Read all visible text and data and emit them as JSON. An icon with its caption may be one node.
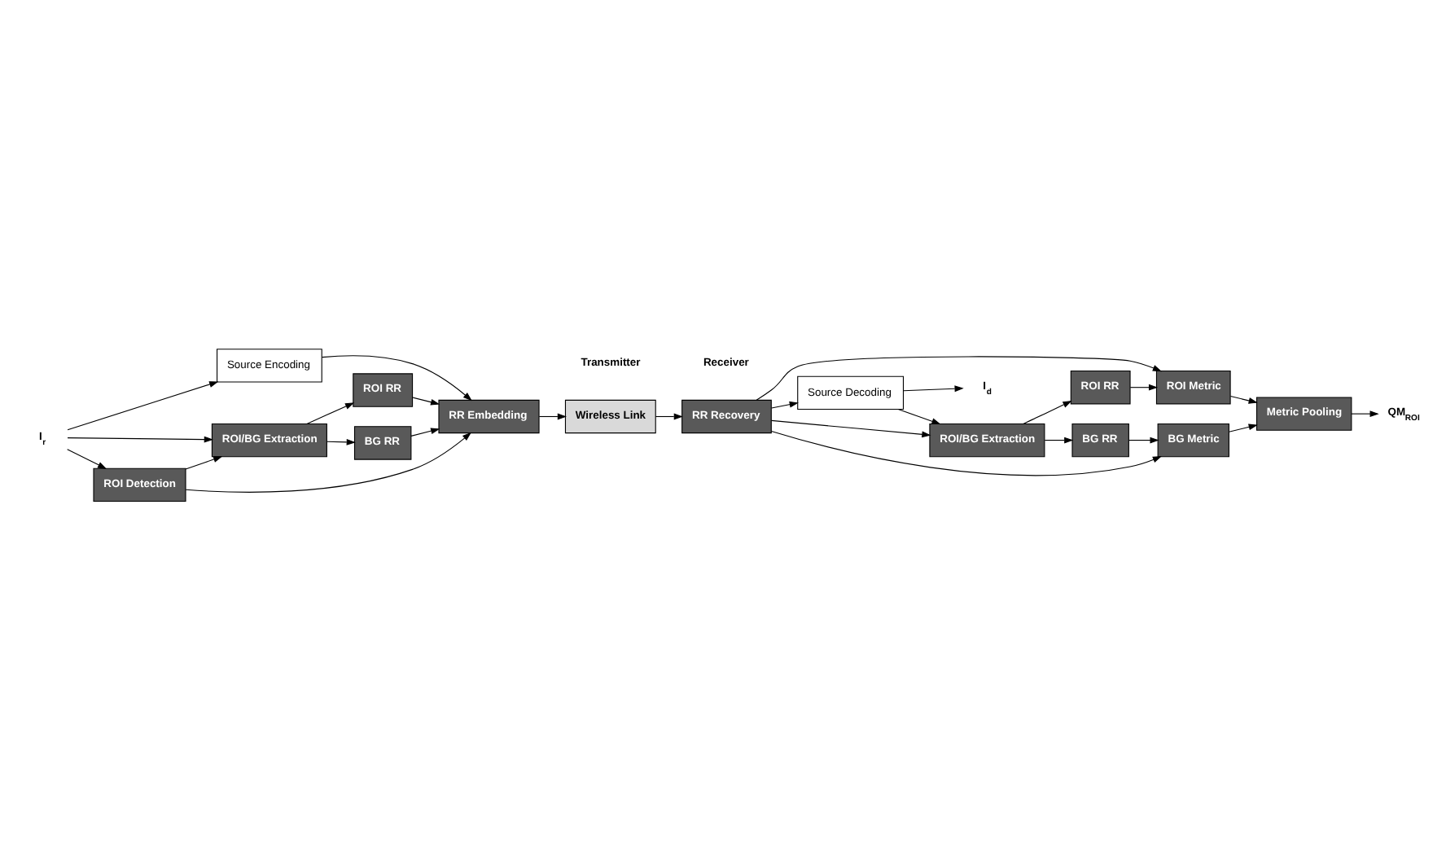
{
  "diagram": {
    "nodes": [
      {
        "text": [
          "I$_{r}$"
        ]
      },
      {
        "text": [
          "Source Encoding"
        ]
      },
      {
        "text": [
          "ROI Detection"
        ]
      },
      {
        "text": [
          "ROI/BG Extraction"
        ]
      },
      {
        "text": [
          "ROI RR"
        ]
      },
      {
        "text": [
          "BG RR"
        ]
      },
      {
        "text": [
          "RR Embedding"
        ]
      },
      {
        "text": [
          "Wireless Link"
        ]
      },
      {
        "text": [
          "RR Recovery"
        ]
      },
      {
        "text": [
          "Source Decoding"
        ]
      },
      {
        "text": [
          "I$_{d}$"
        ]
      },
      {
        "text": [
          "ROI/BG Extraction"
        ]
      },
      {
        "text": [
          "ROI RR"
        ]
      },
      {
        "text": [
          "BG RR"
        ]
      },
      {
        "text": [
          "ROI Metric"
        ]
      },
      {
        "text": [
          "BG Metric"
        ]
      },
      {
        "text": [
          "Metric Pooling"
        ]
      },
      {
        "text": [
          "QM$_{ROI}$"
        ]
      }
    ],
    "edges": [
      {
        "from": 0,
        "to": 1,
        "arrow": "to"
      },
      {
        "from": 0,
        "to": 2,
        "arrow": "to"
      },
      {
        "from": 0,
        "to": 3,
        "arrow": "to"
      },
      {
        "from": 2,
        "to": 3,
        "arrow": "to"
      },
      {
        "from": 2,
        "to": 6,
        "arrow": "to"
      },
      {
        "from": 1,
        "to": 6,
        "arrow": "to"
      },
      {
        "from": 3,
        "to": 4,
        "arrow": "to"
      },
      {
        "from": 3,
        "to": 5,
        "arrow": "to"
      },
      {
        "from": 4,
        "to": 6,
        "arrow": "to"
      },
      {
        "from": 5,
        "to": 6,
        "arrow": "to"
      },
      {
        "from": 6,
        "to": 7,
        "arrow": "to"
      },
      {
        "from": 7,
        "to": 8,
        "arrow": "to"
      },
      {
        "from": 8,
        "to": 9,
        "arrow": "to"
      },
      {
        "from": 9,
        "to": 10,
        "arrow": "to"
      },
      {
        "from": 9,
        "to": 11,
        "arrow": "to"
      },
      {
        "from": 8,
        "to": 14,
        "arrow": "to"
      },
      {
        "from": 8,
        "to": 11,
        "arrow": "to"
      },
      {
        "from": 8,
        "to": 15,
        "arrow": "to"
      },
      {
        "from": 11,
        "to": 12,
        "arrow": "to"
      },
      {
        "from": 11,
        "to": 13,
        "arrow": "to"
      },
      {
        "from": 12,
        "to": 14,
        "arrow": "to"
      },
      {
        "from": 13,
        "to": 15,
        "arrow": "to"
      },
      {
        "from": 14,
        "to": 16,
        "arrow": "to"
      },
      {
        "from": 15,
        "to": 16,
        "arrow": "to"
      },
      {
        "from": 16,
        "to": 17,
        "arrow": "to"
      }
    ],
    "labels": [
      "Transmitter",
      "Receiver"
    ]
  }
}
